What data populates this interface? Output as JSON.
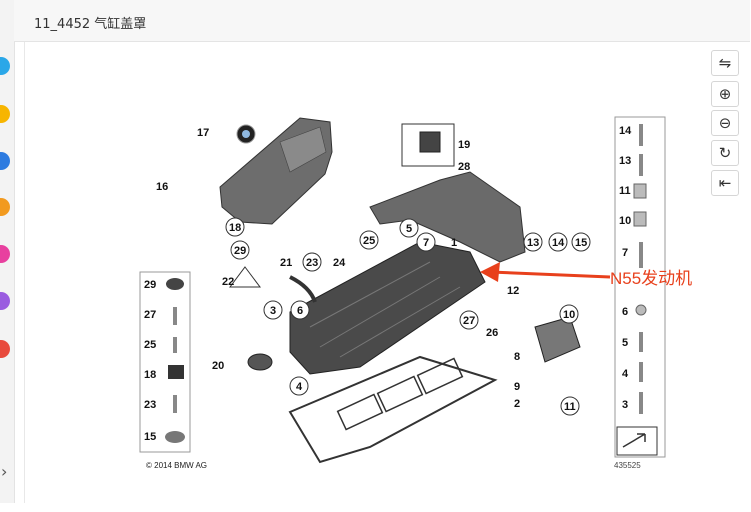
{
  "header": {
    "title": "11_4452 气缸盖罩"
  },
  "toolbar": {
    "tools": [
      {
        "icon": "swap-arrows-icon",
        "glyph": "⇋"
      },
      {
        "icon": "zoom-in-icon",
        "glyph": "⊕"
      },
      {
        "icon": "zoom-out-icon",
        "glyph": "⊖"
      },
      {
        "icon": "rotate-icon",
        "glyph": "↻"
      },
      {
        "icon": "collapse-icon",
        "glyph": "⇤"
      }
    ]
  },
  "left_rail": {
    "chevron": "›",
    "colors": [
      "#2aa7e8",
      "#f7b500",
      "#2d7be0",
      "#f29a1f",
      "#e8409f",
      "#9a5ce0",
      "#e84a3c"
    ]
  },
  "diagram": {
    "callout_numbers": [
      "1",
      "2",
      "3",
      "4",
      "5",
      "6",
      "7",
      "8",
      "9",
      "10",
      "11",
      "12",
      "13",
      "14",
      "15",
      "16",
      "17",
      "18",
      "19",
      "20",
      "21",
      "22",
      "23",
      "24",
      "25",
      "26",
      "27",
      "28",
      "29"
    ],
    "right_column_labels": [
      "14",
      "13",
      "11",
      "10",
      "7",
      "6",
      "5",
      "4",
      "3"
    ],
    "left_column_labels": [
      "29",
      "27",
      "25",
      "18",
      "23",
      "15"
    ],
    "annotation": "N55发动机",
    "annotation_color": "#e8401c",
    "copyright": "© 2014 BMW AG",
    "diagram_id": "435525"
  }
}
